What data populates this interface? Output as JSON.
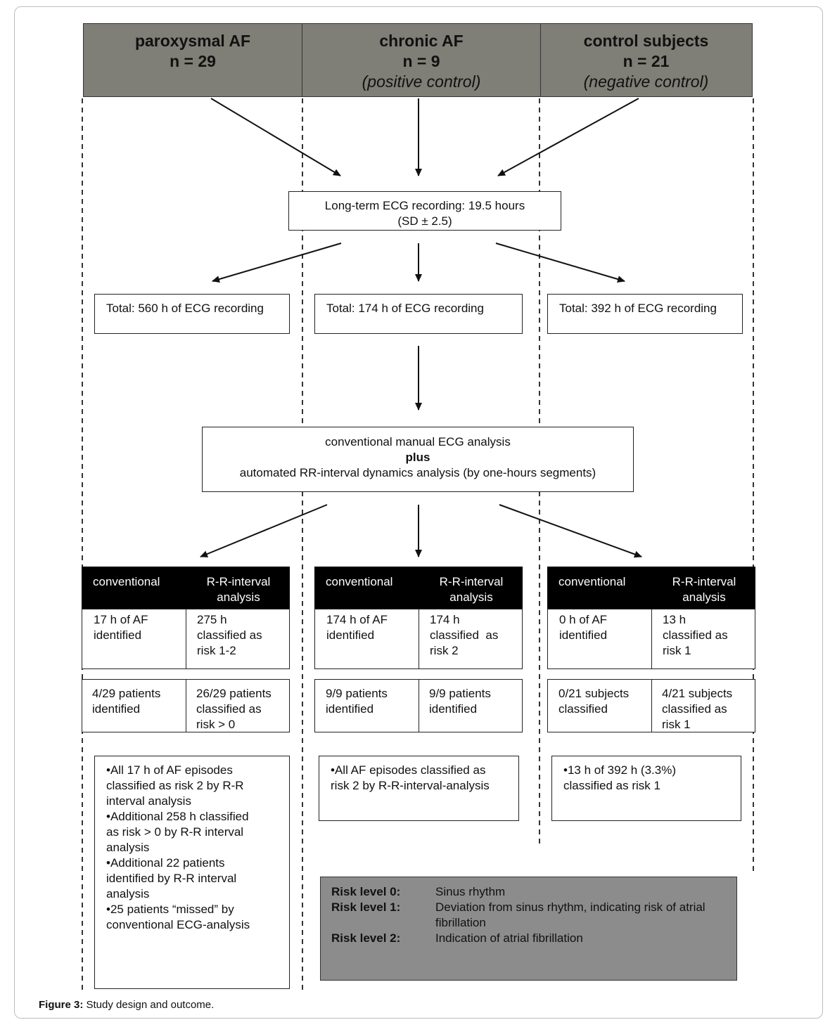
{
  "top_partial_text": "",
  "groups": [
    {
      "title": "paroxysmal AF",
      "n": "n = 29",
      "note": ""
    },
    {
      "title": "chronic AF",
      "n": "n = 9",
      "note": "(positive control)"
    },
    {
      "title": "control subjects",
      "n": "n = 21",
      "note": "(negative control)"
    }
  ],
  "ecg_recording": {
    "line1": "Long-term ECG recording: 19.5 hours",
    "line2": "(SD ± 2.5)"
  },
  "totals": [
    "Total: 560 h of ECG recording",
    "Total: 174 h of ECG recording",
    "Total: 392 h of ECG recording"
  ],
  "analysis": {
    "line1": "conventional manual ECG analysis",
    "line2": "plus",
    "line3": "automated RR-interval dynamics analysis (by one-hours segments)"
  },
  "table_headers": {
    "conventional": "conventional",
    "rr_line1": "R-R-interval",
    "rr_line2": "analysis"
  },
  "hours_results": [
    {
      "conv": [
        "17 h of AF",
        "identified"
      ],
      "rr": [
        "275 h",
        "classified as",
        "risk 1-2"
      ]
    },
    {
      "conv": [
        "174 h of AF",
        "identified"
      ],
      "rr": [
        "174 h",
        "classified  as",
        "risk 2"
      ]
    },
    {
      "conv": [
        "0 h of AF",
        "identified"
      ],
      "rr": [
        "13 h",
        "classified as",
        "risk 1"
      ]
    }
  ],
  "patient_results": [
    {
      "conv": [
        "4/29 patients",
        "identified"
      ],
      "rr": [
        "26/29 patients",
        "classified as",
        "risk > 0"
      ]
    },
    {
      "conv": [
        "9/9 patients",
        "identified"
      ],
      "rr": [
        "9/9 patients",
        "identified"
      ]
    },
    {
      "conv": [
        "0/21 subjects",
        "classified"
      ],
      "rr": [
        "4/21 subjects",
        "classified as",
        "risk 1"
      ]
    }
  ],
  "summaries": [
    [
      "•All 17 h of  AF episodes",
      "classified as risk 2 by R-R",
      "interval analysis",
      "•Additional 258 h classified",
      "as risk > 0 by R-R interval",
      "analysis",
      "•Additional 22 patients",
      "identified by R-R interval",
      "analysis",
      "•25 patients “missed” by",
      "conventional ECG-analysis"
    ],
    [
      "•All AF episodes classified as",
      "risk 2 by R-R-interval-analysis"
    ],
    [
      "•13 h of 392 h (3.3%)",
      "classified as risk 1"
    ]
  ],
  "legend": [
    {
      "label": "Risk level 0:",
      "desc": "Sinus rhythm"
    },
    {
      "label": "Risk level 1:",
      "desc": "Deviation from sinus rhythm, indicating risk of atrial fibrillation"
    },
    {
      "label": "Risk level 2:",
      "desc": "Indication of atrial fibrillation"
    }
  ],
  "caption": {
    "label": "Figure 3:",
    "text": " Study design and outcome."
  },
  "colors": {
    "header_fill": "#7f7f77",
    "legend_fill": "#8c8c8c",
    "table_header": "#000000"
  }
}
